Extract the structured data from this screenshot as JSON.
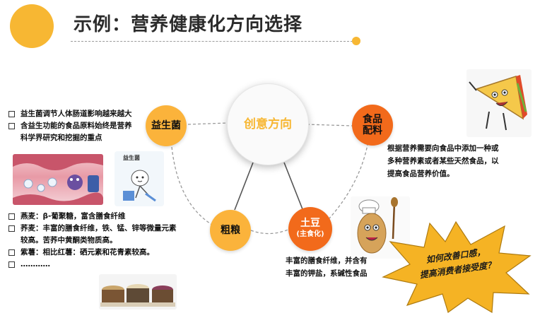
{
  "title": "示例：营养健康化方向选择",
  "center": {
    "label": "创意方向"
  },
  "nodes": {
    "probiotic": {
      "label": "益生菌"
    },
    "ingredients": {
      "line1": "食品",
      "line2": "配料"
    },
    "grains": {
      "label": "粗粮"
    },
    "potato": {
      "line1": "土豆",
      "line2": "(主食化)"
    }
  },
  "probiotic_notes": [
    "益生菌调节人体肠道影响越来越大",
    "含益生功能的食品原料始终是营养",
    "科学界研究和挖掘的重点"
  ],
  "probiotic_image_caption": "益生菌",
  "grain_notes": [
    "燕麦：β-葡聚糖，富含膳食纤维",
    "荞麦：丰富的膳食纤维，铁、锰、锌等微量元素",
    "较高。苦荞中黄酮类物质高。",
    "紫薯：相比红薯：硒元素和花青素较高。",
    "…………"
  ],
  "ingredient_desc": [
    "根据营养需要向食品中添加一种或",
    "多种营养素或者某些天然食品，以",
    "提高食品营养价值。"
  ],
  "potato_desc": [
    "丰富的膳食纤维，并含有",
    "丰富的钾盐，系碱性食品"
  ],
  "star_text": [
    "如何改善口感，",
    "提高消费者接受度？"
  ],
  "colors": {
    "accent": "#f7b733",
    "orange": "#f26a1b",
    "yellow_node": "#fbb33b",
    "star": "#f5b324"
  }
}
